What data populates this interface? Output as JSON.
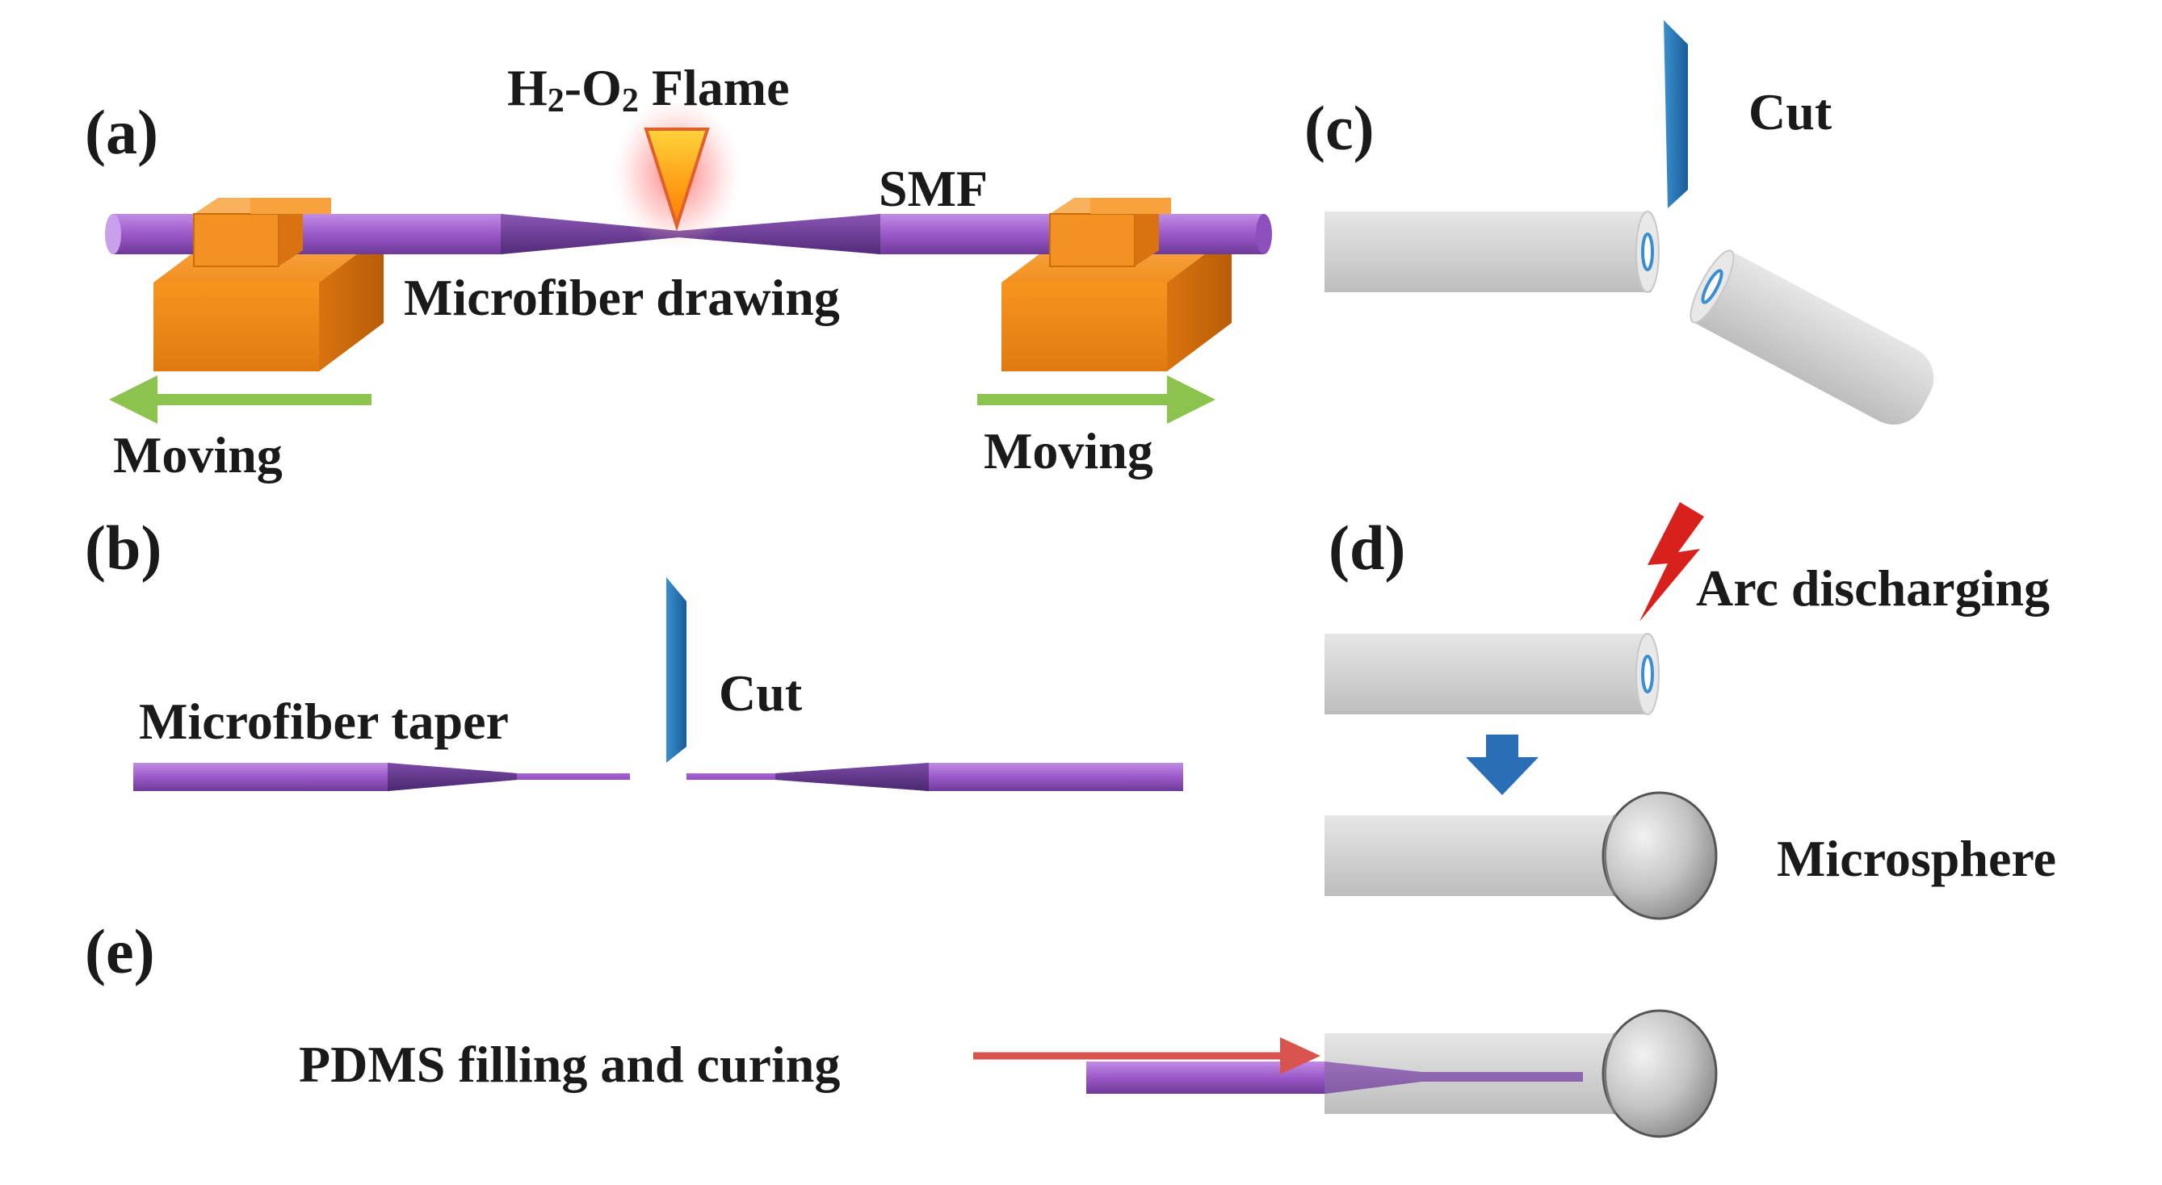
{
  "panels": {
    "a": {
      "label": "(a)",
      "flame_prefix": "H",
      "flame_sub1": "2",
      "flame_mid": "-O",
      "flame_sub2": "2",
      "flame_suffix": " Flame",
      "smf": "SMF",
      "drawing": "Microfiber drawing",
      "moving_left": "Moving",
      "moving_right": "Moving"
    },
    "b": {
      "label": "(b)",
      "taper": "Microfiber taper",
      "cut": "Cut"
    },
    "c": {
      "label": "(c)",
      "cut": "Cut"
    },
    "d": {
      "label": "(d)",
      "arc": "Arc discharging",
      "microsphere": "Microsphere"
    },
    "e": {
      "label": "(e)",
      "pdms": "PDMS filling and curing"
    }
  },
  "colors": {
    "fiber_purple": "#9b59c8",
    "fiber_dark": "#6a3b8f",
    "stage_orange": "#f28c1a",
    "arrow_green": "#8cc34f",
    "blade_blue": "#1f6fb0",
    "capillary_gray": "#d0d0d0",
    "arrow_red": "#d9534f",
    "spark_red": "#d8201c",
    "down_arrow_blue": "#2a6fb5"
  }
}
